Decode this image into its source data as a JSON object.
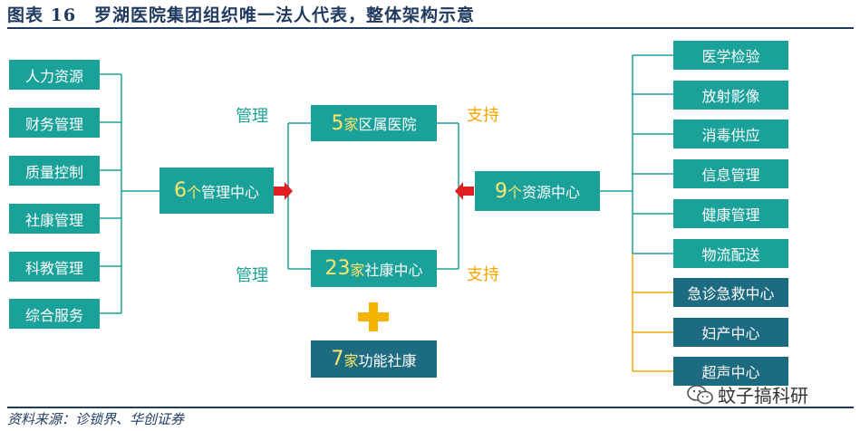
{
  "title": "图表 16　罗湖医院集团组织唯一法人代表，整体架构示意",
  "source": "资料来源：诊锁界、华创证券",
  "watermark": "蚊子搞科研",
  "left_items": [
    "人力资源",
    "财务管理",
    "质量控制",
    "社康管理",
    "科教管理",
    "综合服务"
  ],
  "mgmt_center": {
    "num": "6",
    "unit": "个",
    "text": "管理中心"
  },
  "resource_center": {
    "num": "9",
    "unit": "个",
    "text": "资源中心"
  },
  "district_hospitals": {
    "num": "5",
    "unit": "家",
    "text": "区属医院"
  },
  "community_centers": {
    "num": "23",
    "unit": "家",
    "text": "社康中心"
  },
  "functional": {
    "num": "7",
    "unit": "家",
    "text": "功能社康"
  },
  "labels": {
    "manage1": "管理",
    "manage2": "管理",
    "support1": "支持",
    "support2": "支持"
  },
  "right_items": [
    "医学检验",
    "放射影像",
    "消毒供应",
    "信息管理",
    "健康管理",
    "物流配送",
    "急诊急救中心",
    "妇产中心",
    "超声中心"
  ],
  "colors": {
    "teal": "#1aa19a",
    "dark_teal": "#1c6b80",
    "number_yellow": "#ffe66b",
    "support_orange": "#f0a800",
    "arrow_red": "#e02020",
    "title_navy": "#1f3a5f"
  }
}
